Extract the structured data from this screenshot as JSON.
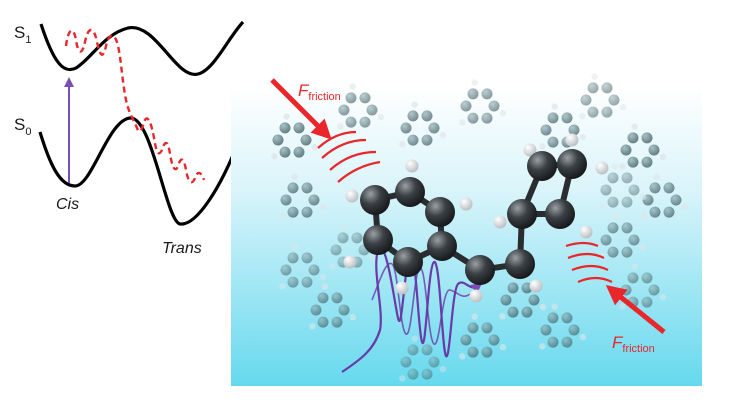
{
  "energy_diagram": {
    "s1_label": "S",
    "s1_sub": "1",
    "s0_label": "S",
    "s0_sub": "0",
    "cis_label": "Cis",
    "trans_label": "Trans"
  },
  "scene": {
    "force_top": {
      "symbol": "F",
      "subscript": "friction"
    },
    "force_bottom": {
      "symbol": "F",
      "subscript": "friction"
    }
  },
  "colors": {
    "curve": "#000000",
    "wavepacket_dashed": "#e8262b",
    "excitation_arrow": "#7a4fb3",
    "force": "#e8262b",
    "background_top": "#ffffff",
    "background_bottom": "#6fdcef",
    "carbon": "#2f3336",
    "hydrogen": "#e6e6e6",
    "solvent": "#4a6c72"
  }
}
